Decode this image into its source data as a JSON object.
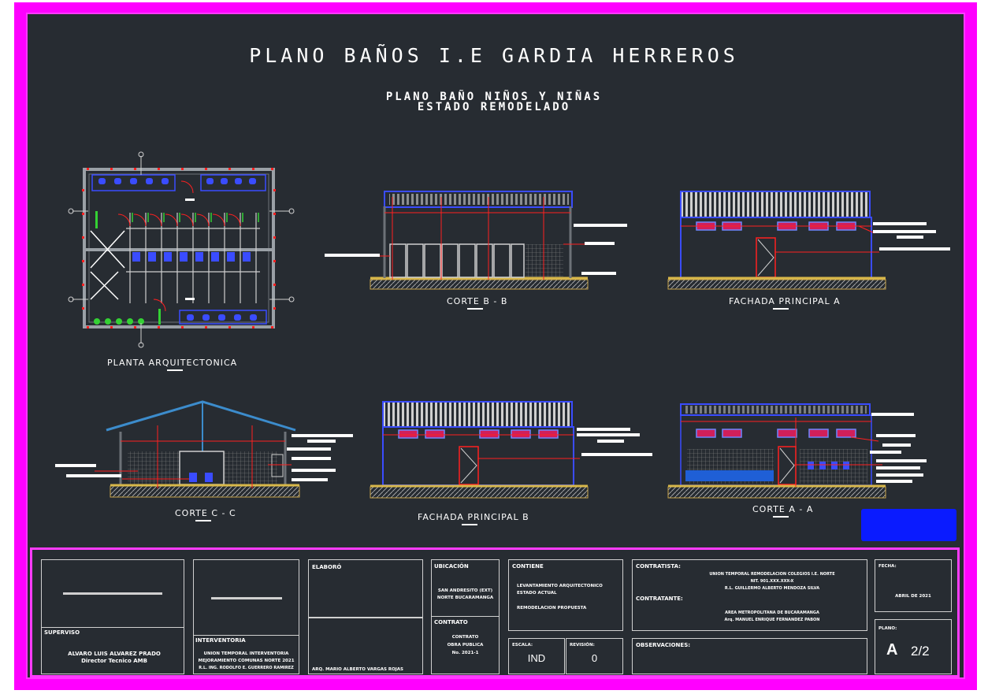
{
  "sheet": {
    "title": "PLANO BAÑOS   I.E GARDIA HERREROS",
    "subtitle_1": "PLANO BAÑO NIÑOS Y NIÑAS",
    "subtitle_2": "ESTADO REMODELADO"
  },
  "views": {
    "planta": "PLANTA ARQUITECTONICA",
    "corte_b": "CORTE B - B",
    "fachada_a": "FACHADA PRINCIPAL A",
    "corte_c": "CORTE C - C",
    "fachada_b": "FACHADA PRINCIPAL B",
    "corte_a": "CORTE A - A"
  },
  "title_block": {
    "superviso_label": "SUPERVISO",
    "superviso_name": "ALVARO LUIS ALVAREZ PRADO",
    "superviso_role": "Director Tecnico AMB",
    "interventoria_label": "INTERVENTORIA",
    "interventoria_1": "UNION TEMPORAL INTERVENTORIA",
    "interventoria_2": "MEJORAMIENTO COMUNAS NORTE 2021",
    "interventoria_3": "R.L. ING. RODOLFO E. GUERRERO RAMIREZ",
    "elaboro_label": "ELABORÓ",
    "elaboro_name": "ARQ. MARIO ALBERTO VARGAS ROJAS",
    "ubicacion_label": "UBICACIÓN",
    "ubicacion_1": "SAN ANDRESITO (EXT)",
    "ubicacion_2": "NORTE BUCARAMANGA",
    "contrato_label": "CONTRATO",
    "contrato_1": "CONTRATO",
    "contrato_2": "OBRA PUBLICA",
    "contrato_3": "No. 2021-1",
    "contiene_label": "CONTIENE",
    "contiene_1": "LEVANTAMIENTO ARQUITECTONICO",
    "contiene_2": "ESTADO ACTUAL",
    "contiene_3": "REMODELACION PROPUESTA",
    "escala_label": "ESCALA:",
    "escala_value": "IND",
    "revision_label": "REVISIÓN:",
    "revision_value": "0",
    "contratista_label": "CONTRATISTA:",
    "contratista_1": "UNION TEMPORAL REMODELACION COLEGIOS I.E. NORTE",
    "contratista_2": "NIT. 901.XXX.XXX-X",
    "contratista_3": "R.L. GUILLERMO ALBERTO MENDOZA SILVA",
    "contratante_label": "CONTRATANTE:",
    "contratante_1": "AREA METROPOLITANA DE BUCARAMANGA",
    "contratante_2": "Arq. MANUEL ENRIQUE FERNANDEZ PABON",
    "observaciones_label": "OBSERVACIONES:",
    "fecha_label": "FECHA:",
    "fecha_value": "ABRIL DE 2021",
    "plano_label": "PLANO:",
    "plano_letter": "A",
    "plano_number": "2/2"
  },
  "colors": {
    "frame": "#ff00ff",
    "background": "#272c32",
    "line_red": "#ff2020",
    "line_blue": "#3a4cff",
    "highlight_blue": "#0a1bff"
  }
}
